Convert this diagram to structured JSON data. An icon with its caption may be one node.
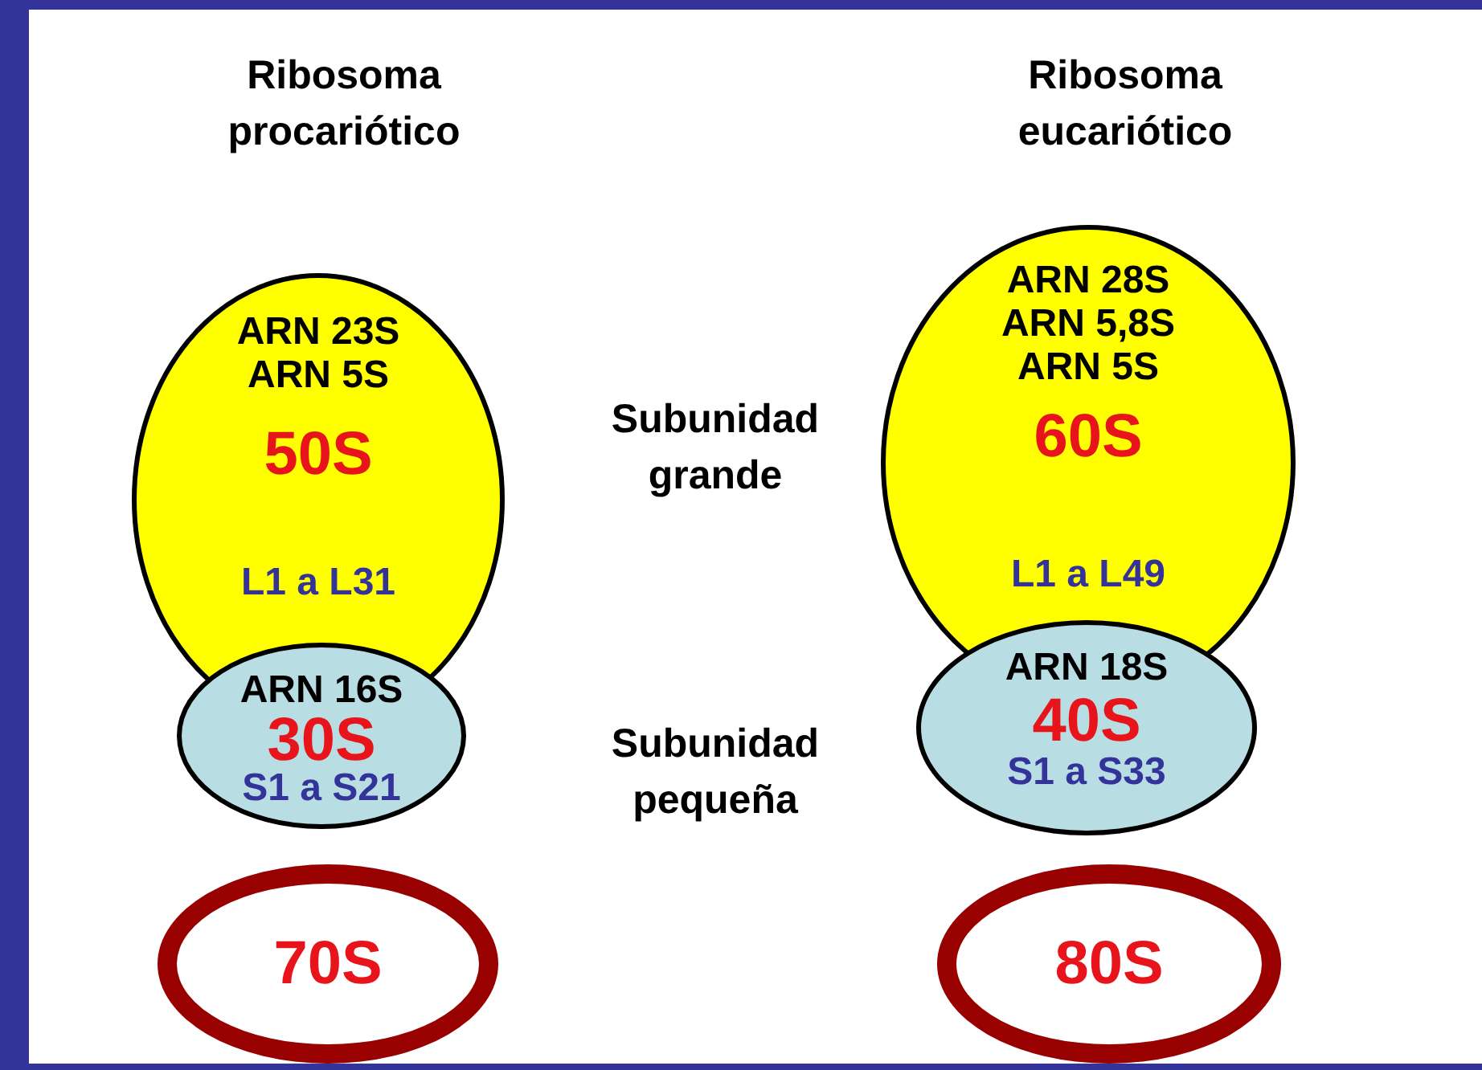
{
  "diagram": {
    "nodes": [
      {
        "text": [
          "ARN 23S",
          "ARN 5S",
          "50S",
          "L1 a L31"
        ]
      },
      {
        "text": [
          "ARN 16S",
          "30S",
          "S1 a S21"
        ]
      },
      {
        "text": [
          "70S"
        ]
      },
      {
        "text": [
          "ARN 28S",
          "ARN 5,8S",
          "ARN 5S",
          "60S",
          "L1 a L49"
        ]
      },
      {
        "text": [
          "ARN 18S",
          "40S",
          "S1 a S33"
        ]
      },
      {
        "text": [
          "80S"
        ]
      }
    ],
    "labels": [
      "Ribosoma procariótico",
      "Ribosoma eucariótico",
      "Subunidad grande",
      "Subunidad pequeña"
    ]
  }
}
